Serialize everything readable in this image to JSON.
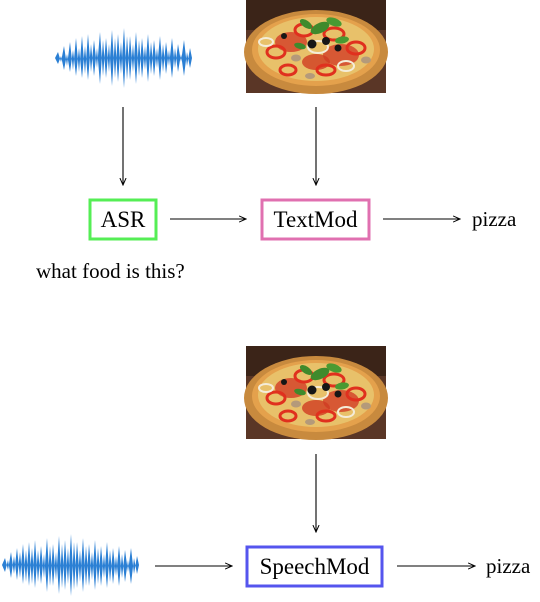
{
  "top_pipeline": {
    "asr_label": "ASR",
    "textmod_label": "TextMod",
    "output_label": "pizza",
    "transcript": "what food is this?"
  },
  "bottom_pipeline": {
    "speechmod_label": "SpeechMod",
    "output_label": "pizza"
  },
  "colors": {
    "asr_border": "#55ee55",
    "textmod_border": "#e070b0",
    "speechmod_border": "#5555ee",
    "waveform": "#2a7fd4"
  },
  "icons": {
    "audio": "audio-waveform-icon",
    "image": "pizza-photo-icon"
  }
}
